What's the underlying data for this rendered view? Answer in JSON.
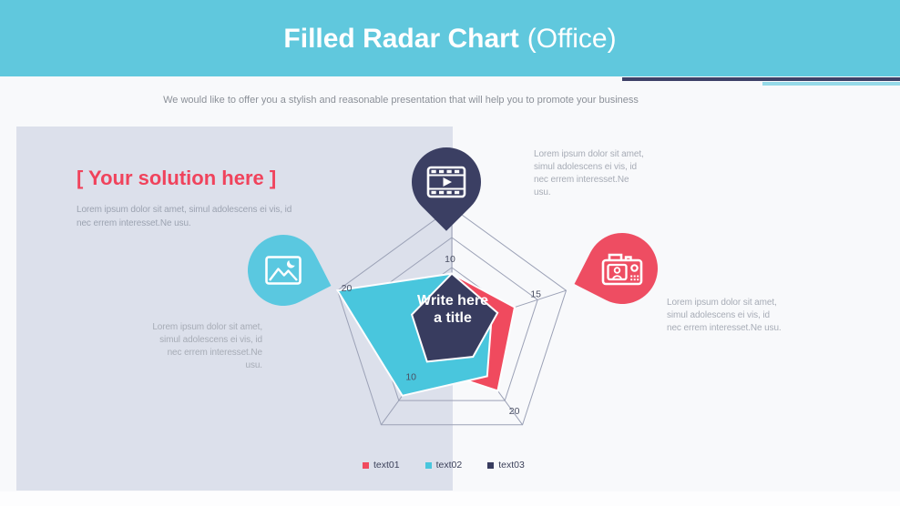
{
  "header": {
    "title_bold": "Filled Radar Chart",
    "title_regular": "(Office)"
  },
  "subtitle": "We would like to offer you a stylish and reasonable presentation that will help you to promote your business",
  "panel": {
    "heading": "[ Your solution here ]",
    "body": "Lorem ipsum dolor sit amet, simul adolescens ei vis, id\nnec errem interesset.Ne usu."
  },
  "callouts": {
    "top_right": "Lorem ipsum dolor sit amet,\nsimul adolescens ei vis, id\nnec errem interesset.Ne\nusu.",
    "mid_right": "Lorem ipsum dolor sit amet,\nsimul adolescens ei vis, id\nnec errem interesset.Ne usu.",
    "bottom_left": "Lorem ipsum dolor sit amet,\nsimul adolescens ei vis, id\nnec errem interesset.Ne\nusu."
  },
  "pins": [
    {
      "icon": "film-video-icon",
      "color": "#3B3F63"
    },
    {
      "icon": "picture-icon",
      "color": "#5AC8E0"
    },
    {
      "icon": "camera-icon",
      "color": "#EE4D62"
    }
  ],
  "colors": {
    "header_teal": "#60C8DD",
    "accent_navy": "#3D4167",
    "accent_light_teal": "#96DAE8",
    "panel_bg": "#DCE0EB",
    "heading_red": "#F0435C",
    "grid": "#9BA1B6"
  },
  "chart_data": {
    "type": "radar",
    "axes": 5,
    "value_axis_max": 20,
    "rings": [
      5,
      10,
      15,
      20
    ],
    "grid": true,
    "legend_position": "bottom",
    "center_label": "Write here a title",
    "ring_labels": [
      {
        "value": 10,
        "axis": 0,
        "dx": -2,
        "dy": -6
      },
      {
        "value": 15,
        "axis": 1,
        "dx": -2,
        "dy": -3
      },
      {
        "value": 20,
        "axis": 2,
        "dx": -9,
        "dy": -12
      },
      {
        "value": 10,
        "axis": 3,
        "dx": -6,
        "dy": 4
      },
      {
        "value": 20,
        "axis": 4,
        "dx": 10,
        "dy": 1
      }
    ],
    "series": [
      {
        "name": "text01",
        "color": "#F04A5E",
        "values": [
          9,
          11,
          13,
          8,
          8
        ]
      },
      {
        "name": "text02",
        "color": "#49C6DD",
        "values": [
          9,
          7,
          10,
          14,
          20
        ]
      },
      {
        "name": "text03",
        "color": "#383C5F",
        "values": [
          9,
          8,
          6,
          7,
          7
        ]
      }
    ]
  }
}
